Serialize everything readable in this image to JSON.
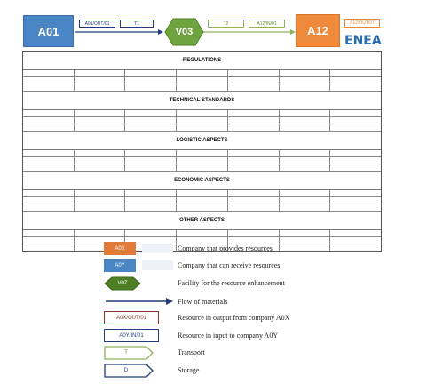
{
  "flow": {
    "company_source": "A01",
    "company_target": "A12",
    "facility": "V03",
    "tag_out": "A01/OUT/01",
    "transport_1": "T1",
    "transport_2": "T2",
    "tag_in": "A12/IN/01",
    "tag_out_target": "A12/OUT/07",
    "logo": "ENEA"
  },
  "sections": [
    "REGULATIONS",
    "TECHNICAL STANDARDS",
    "LOGISTIC ASPECTS",
    "ECONOMIC ASPECTS",
    "OTHER ASPECTS"
  ],
  "legend": {
    "items": [
      {
        "symbol": "A0X",
        "text": "Company that provides resources"
      },
      {
        "symbol": "A0Y",
        "text": "Company that can receive resources"
      },
      {
        "symbol": "V0Z",
        "text": "Facility for the resource enhancement"
      },
      {
        "symbol": "",
        "text": "Flow of materials"
      },
      {
        "symbol": "A0X/OUT/01",
        "text": "Resource in output from company A0X"
      },
      {
        "symbol": "A0Y/IN/01",
        "text": "Resource in input to company A0Y"
      },
      {
        "symbol": "T",
        "text": "Transport"
      },
      {
        "symbol": "D",
        "text": "Storage"
      }
    ]
  },
  "colors": {
    "company_source": "#ef8a3c",
    "company_target": "#4a86c5",
    "facility": "#6fa33f",
    "flow": "#1f3d7a"
  }
}
